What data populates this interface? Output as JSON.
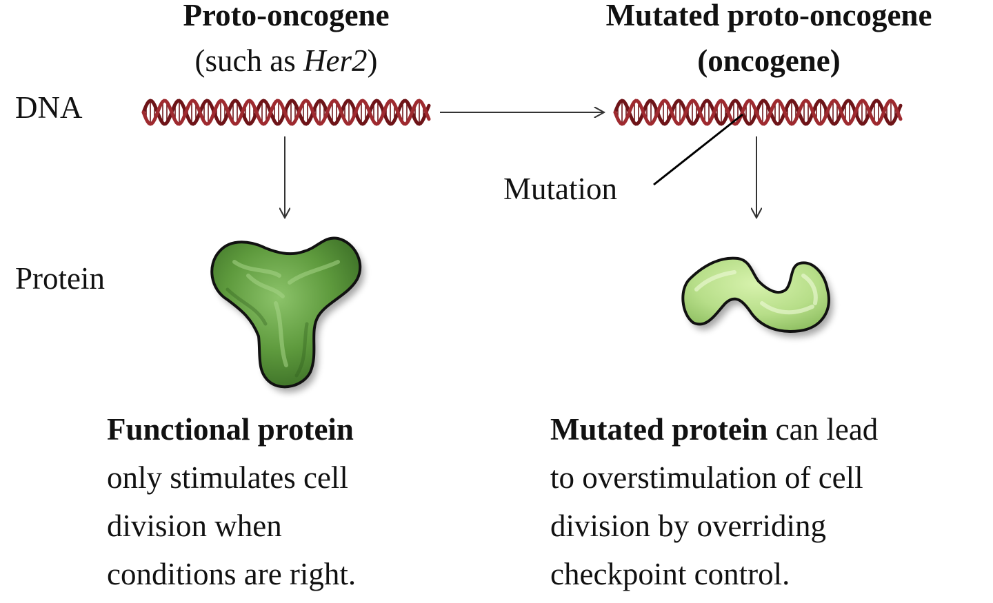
{
  "left": {
    "title": "Proto-oncogene",
    "subtitle_pre": "(such as ",
    "subtitle_em": "Her2",
    "subtitle_post": ")",
    "caption_bold": "Functional protein",
    "caption_lines": [
      "only stimulates cell",
      "division when",
      "conditions are right."
    ]
  },
  "right": {
    "title": "Mutated proto-oncogene",
    "subtitle": "(oncogene)",
    "mutation_label": "Mutation",
    "caption_bold": "Mutated protein",
    "caption_tail": " can lead",
    "caption_lines": [
      "to overstimulation of cell",
      "division by overriding",
      "checkpoint control."
    ]
  },
  "row_labels": {
    "dna": "DNA",
    "protein": "Protein"
  },
  "colors": {
    "dna": "#9e2a2f",
    "dna_dark": "#6e1418",
    "functional_protein": "#5f9a3a",
    "mutated_protein": "#b9e08c",
    "arrow": "#333333"
  }
}
